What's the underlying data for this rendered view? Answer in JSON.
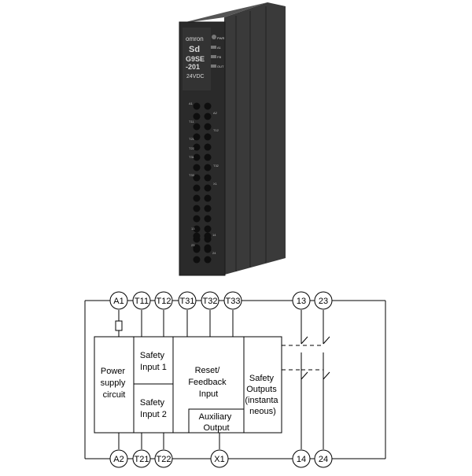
{
  "device": {
    "brand": "omron",
    "model_line1": "G9SE",
    "model_line2": "-201",
    "voltage": "24VDC",
    "indicators": [
      "PWR",
      "A1",
      "FB",
      "OUT"
    ],
    "terminal_labels": [
      "A1",
      "A2",
      "T11",
      "T12",
      "T21",
      "T22",
      "T31",
      "T32",
      "T33",
      "X1",
      "13",
      "14",
      "23",
      "24"
    ]
  },
  "diagram": {
    "terminals_top": [
      "A1",
      "T11",
      "T12",
      "T31",
      "T32",
      "T33",
      "13",
      "23"
    ],
    "terminals_bottom": [
      "A2",
      "T21",
      "T22",
      "X1",
      "14",
      "24"
    ],
    "blocks": {
      "power_supply": [
        "Power",
        "supply",
        "circuit"
      ],
      "safety_input_1": [
        "Safety",
        "Input 1"
      ],
      "safety_input_2": [
        "Safety",
        "Input 2"
      ],
      "reset_feedback": [
        "Reset/",
        "Feedback",
        "Input"
      ],
      "auxiliary_output": [
        "Auxiliary",
        "Output"
      ],
      "safety_outputs": [
        "Safety",
        "Outputs",
        "(instanta",
        "neous)"
      ]
    }
  }
}
